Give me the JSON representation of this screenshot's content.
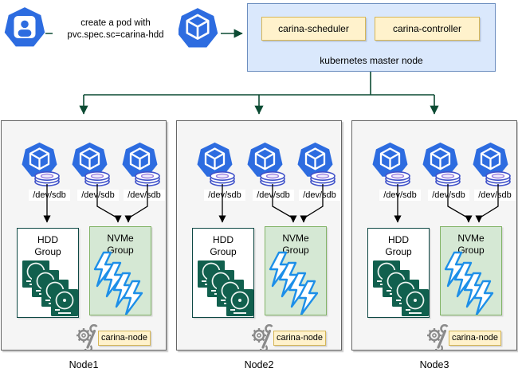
{
  "flow": {
    "request_line1": "create a pod with",
    "request_line2": "pvc.spec.sc=carina-hdd"
  },
  "master": {
    "title": "kubernetes master node",
    "components": [
      {
        "label": "carina-scheduler"
      },
      {
        "label": "carina-controller"
      }
    ]
  },
  "nodes": [
    {
      "label": "Node1",
      "devices": [
        "/dev/sdb",
        "/dev/sdb",
        "/dev/sdb"
      ],
      "hdd_group": "HDD Group",
      "nvme_group": "NVMe Group",
      "agent": "carina-node"
    },
    {
      "label": "Node2",
      "devices": [
        "/dev/sdb",
        "/dev/sdb",
        "/dev/sdb"
      ],
      "hdd_group": "HDD Group",
      "nvme_group": "NVMe Group",
      "agent": "carina-node"
    },
    {
      "label": "Node3",
      "devices": [
        "/dev/sdb",
        "/dev/sdb",
        "/dev/sdb"
      ],
      "hdd_group": "HDD Group",
      "nvme_group": "NVMe Group",
      "agent": "carina-node"
    }
  ],
  "icons": {
    "user": "user-icon",
    "pod": "kubernetes-pod-icon",
    "pod_disk": "pod-with-disk-icon",
    "hdd": "hdd-disks-icon",
    "nvme": "nvme-bolts-icon",
    "agent": "gear-wrench-icon"
  },
  "colors": {
    "pod_blue": "#2d6ce0",
    "line_green": "#0c4b33",
    "master_fill": "#dae8fc",
    "master_border": "#6c8ebf",
    "label_fill": "#fff2cc",
    "label_border": "#d6b656",
    "node_fill": "#f5f5f5",
    "node_border": "#666666",
    "hdd_border": "#0e4844",
    "hdd_disk_green": "#11604e",
    "nvme_fill": "#d5e8d4",
    "nvme_border": "#82b366",
    "bolt_blue": "#1d8fe8"
  }
}
